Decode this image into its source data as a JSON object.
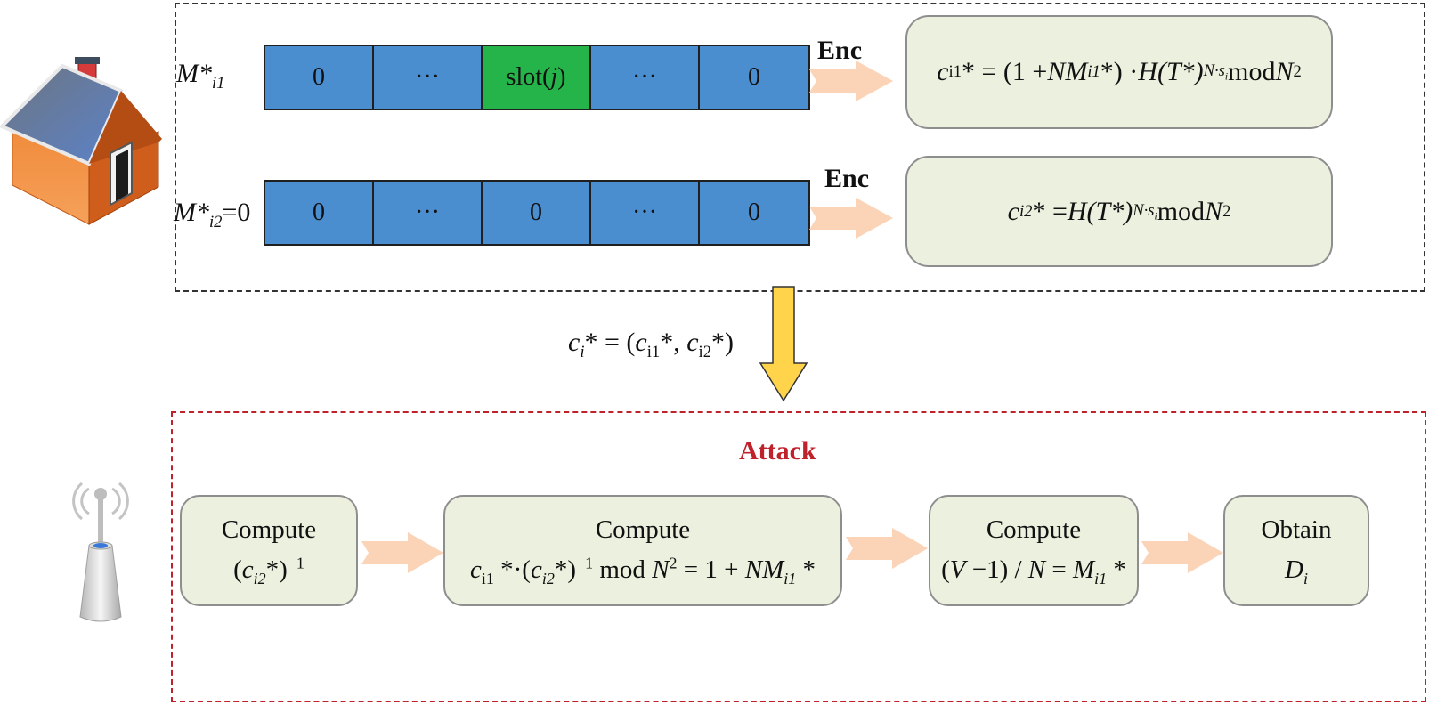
{
  "top_section": {
    "row1": {
      "label_main": "M*",
      "label_sub": "i1",
      "cells": [
        "0",
        "···",
        "slot(",
        "j",
        ")",
        "···",
        "0"
      ],
      "enc": "Enc",
      "formula": {
        "c": "c",
        "c_sub": "i1",
        "star_eq": "* = (1 + ",
        "NM": "NM",
        "NM_sub": "i1",
        "mid": "*) · ",
        "H": "H",
        "T": "(T*)",
        "exp": "N·s",
        "exp_sub": "i",
        "mod": " mod ",
        "N": "N",
        "pow": "2"
      }
    },
    "row2": {
      "label_main": "M*",
      "label_sub": "i2",
      "label_eq": "=0",
      "cells": [
        "0",
        "···",
        "0",
        "···",
        "0"
      ],
      "enc": "Enc",
      "formula": {
        "c": "c",
        "c_sub": "i2",
        "star_eq": "* = ",
        "H": "H",
        "T": "(T*)",
        "exp": "N·s",
        "exp_sub": "i",
        "mod": " mod ",
        "N": "N",
        "pow": "2"
      }
    }
  },
  "transfer": {
    "c": "c",
    "c_sub": "i",
    "eq": "* = (",
    "c1": "c",
    "c1_sub": "i1",
    "comma": "*, ",
    "c2": "c",
    "c2_sub": "i2",
    "end": "*)"
  },
  "attack_section": {
    "title": "Attack",
    "steps": [
      {
        "title": "Compute",
        "a": "(",
        "c": "c",
        "c_sub": "i2",
        "b": "*)",
        "sup": "−1"
      },
      {
        "title": "Compute",
        "c1": "c",
        "c1_sub": "i1",
        "p1": " *·(",
        "c2": "c",
        "c2_sub": "i2",
        "p2": "*)",
        "sup": "−1",
        "mod": " mod ",
        "N": "N",
        "pow": "2",
        "eq": " = 1 + ",
        "NM": "NM",
        "NM_sub": "i1",
        "end": " *"
      },
      {
        "title": "Compute",
        "a": "(",
        "V": "V",
        "b": " −1) / ",
        "N": "N",
        "eq": " = ",
        "M": "M",
        "M_sub": "i1",
        "end": " *"
      },
      {
        "title": "Obtain",
        "D": "D",
        "D_sub": "i"
      }
    ]
  },
  "colors": {
    "cell_blue": "#4a8ed0",
    "cell_green": "#25b44a",
    "box_fill": "#ebf1de",
    "arrow_peach": "#fbd3b6",
    "arrow_yellow": "#ffd44a",
    "attack_red": "#c0222b"
  }
}
